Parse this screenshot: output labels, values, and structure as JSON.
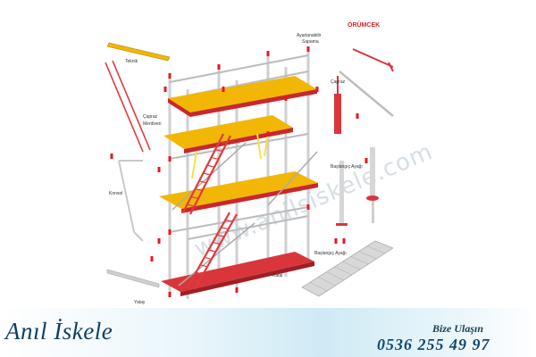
{
  "diagram": {
    "logo": "ÖRÜMCEK",
    "watermark": "www.anilsiskele.com",
    "labels": {
      "teknik": "Teknik",
      "ayarlanabilir_1": "Ayarlanabilir",
      "ayarlanabilir_2": "Sapama",
      "capraz": "Çapraz",
      "capraz_merdiven_1": "Çapraz",
      "capraz_merdiven_2": "Merdiven",
      "baslangic_ayagi_1": "Başlangıç Ayağı",
      "konsol": "Konsol",
      "baslangic_ayagi_2": "Başlangıç Ayağı",
      "yatay": "Yatay",
      "katal": "Katal"
    },
    "colors": {
      "tube": "#e21a22",
      "frame": "#cfcfcf",
      "plank": "#f2b705",
      "plank_red": "#c9272d",
      "ladder": "#e03a3e",
      "wire": "#7a7a7a",
      "yellow": "#f7e04a"
    }
  },
  "footer": {
    "brand": "Anıl İskele",
    "contact_title": "Bize Ulaşın",
    "phone": "0536 255 49 97"
  }
}
